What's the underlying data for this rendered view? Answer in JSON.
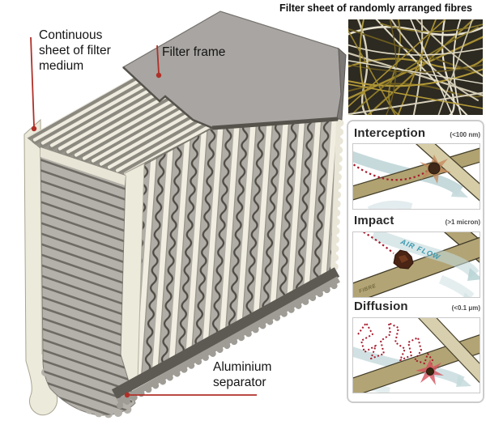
{
  "figure": {
    "main_labels": {
      "filter_medium": "Continuous sheet of filter medium",
      "filter_frame": "Filter frame",
      "aluminium_separator": "Aluminium separator"
    },
    "fiber_photo": {
      "title": "Filter sheet of randomly arranged fibres"
    },
    "mechanism_panels": {
      "interception": {
        "name": "Interception",
        "size_range": "(<100 nm)"
      },
      "impact": {
        "name": "Impact",
        "size_range": "(>1 micron)",
        "air_flow_label": "AIR FLOW",
        "fibre_label": "FIBRE"
      },
      "diffusion": {
        "name": "Diffusion",
        "size_range": "(<0.1 μm)"
      }
    },
    "colors": {
      "callout_red": "#b03028",
      "frame_gray": "#a8a5a2",
      "filter_medium_cream": "#eceadb",
      "separator_gray": "#b4b1aa",
      "fibre_khaki": "#b2a474",
      "air_flow_blue": "#c2d8da",
      "particle_path_red": "#a61a2c",
      "photo_background": "#2d2a21",
      "photo_fibre_gold": "#a78f33"
    }
  }
}
